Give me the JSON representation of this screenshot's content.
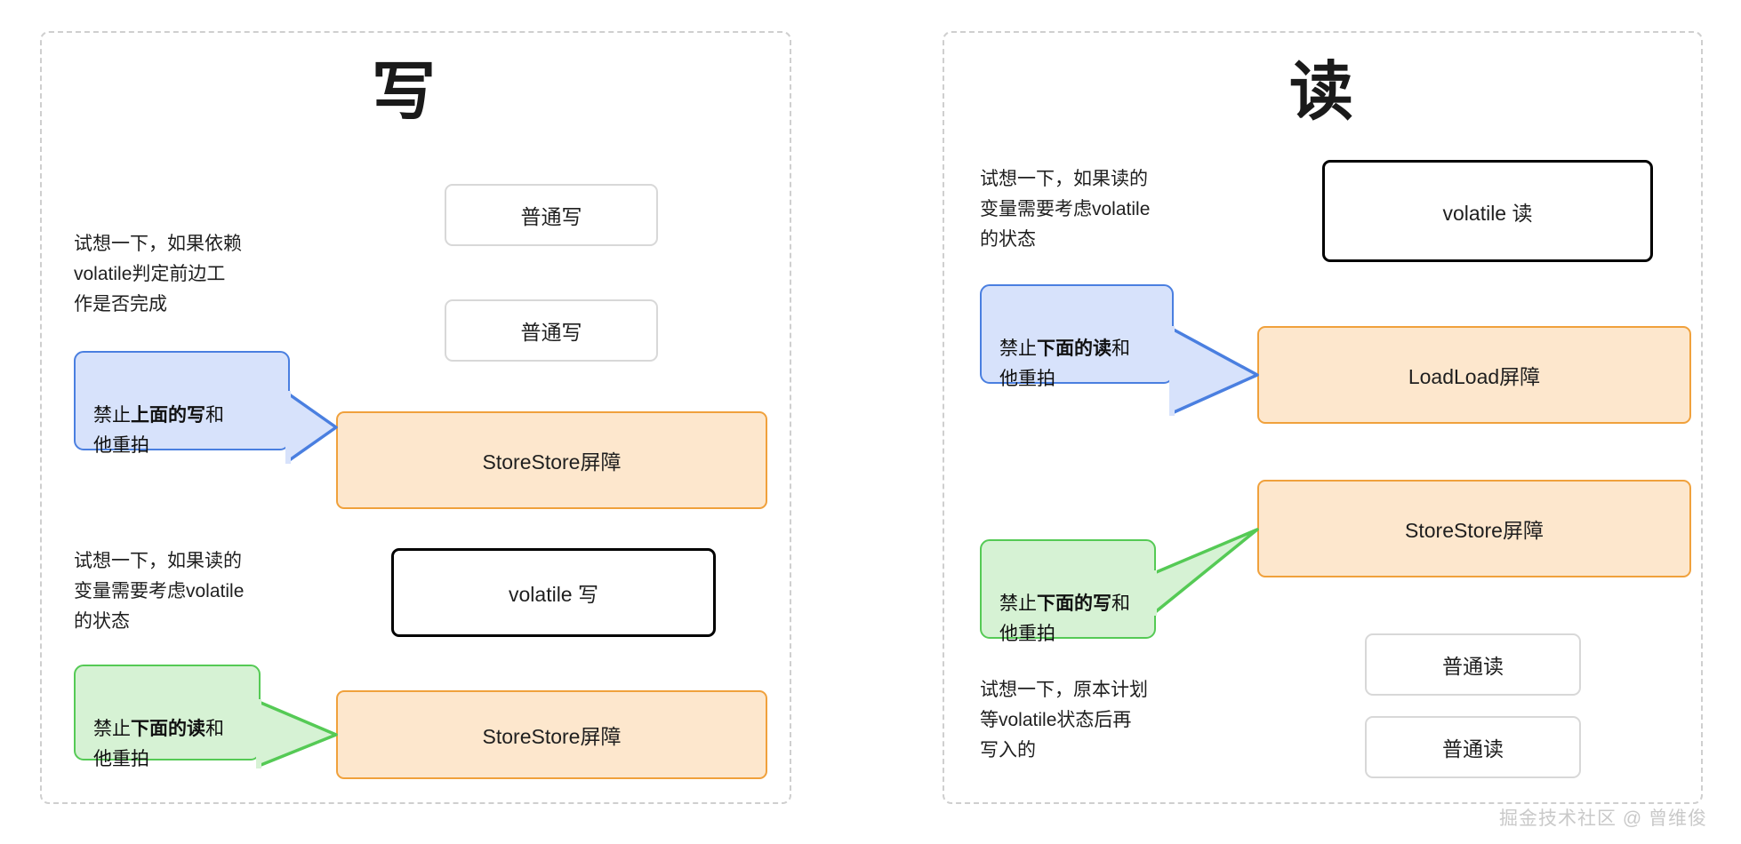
{
  "panels": {
    "write": {
      "title": "写",
      "notes": [
        "试想一下，如果依赖\nvolatile判定前边工\n作是否完成",
        "试想一下，如果读的\n变量需要考虑volatile\n的状态"
      ],
      "callouts": [
        {
          "color": "blue",
          "prefix": "禁止",
          "emphasis": "上面的写",
          "suffix": "和\n他重拍"
        },
        {
          "color": "green",
          "prefix": "禁止",
          "emphasis": "下面的读",
          "suffix": "和\n他重拍"
        }
      ],
      "boxes": [
        {
          "label": "普通写",
          "kind": "plain"
        },
        {
          "label": "普通写",
          "kind": "plain"
        },
        {
          "label": "StoreStore屏障",
          "kind": "barrier"
        },
        {
          "label": "volatile 写",
          "kind": "volatile"
        },
        {
          "label": "StoreStore屏障",
          "kind": "barrier"
        }
      ]
    },
    "read": {
      "title": "读",
      "notes": [
        "试想一下，如果读的\n变量需要考虑volatile\n的状态",
        "试想一下，原本计划\n等volatile状态后再\n写入的"
      ],
      "callouts": [
        {
          "color": "blue",
          "prefix": "禁止",
          "emphasis": "下面的读",
          "suffix": "和\n他重拍"
        },
        {
          "color": "green",
          "prefix": "禁止",
          "emphasis": "下面的写",
          "suffix": "和\n他重拍"
        }
      ],
      "boxes": [
        {
          "label": "volatile 读",
          "kind": "volatile"
        },
        {
          "label": "LoadLoad屏障",
          "kind": "barrier"
        },
        {
          "label": "StoreStore屏障",
          "kind": "barrier"
        },
        {
          "label": "普通读",
          "kind": "plain"
        },
        {
          "label": "普通读",
          "kind": "plain"
        }
      ]
    }
  },
  "watermark": "掘金技术社区 @ 曾维俊",
  "colors": {
    "barrier_fill": "#fde7cd",
    "barrier_border": "#f0a13c",
    "callout_blue_fill": "#d7e2fb",
    "callout_blue_border": "#4a7fe0",
    "callout_green_fill": "#d6f2d4",
    "callout_green_border": "#55ca55",
    "plain_border": "#d8d8d8",
    "volatile_border": "#000000",
    "panel_border": "#cfcfcf",
    "text": "#1f1f1f",
    "watermark": "#c9c9c9"
  }
}
